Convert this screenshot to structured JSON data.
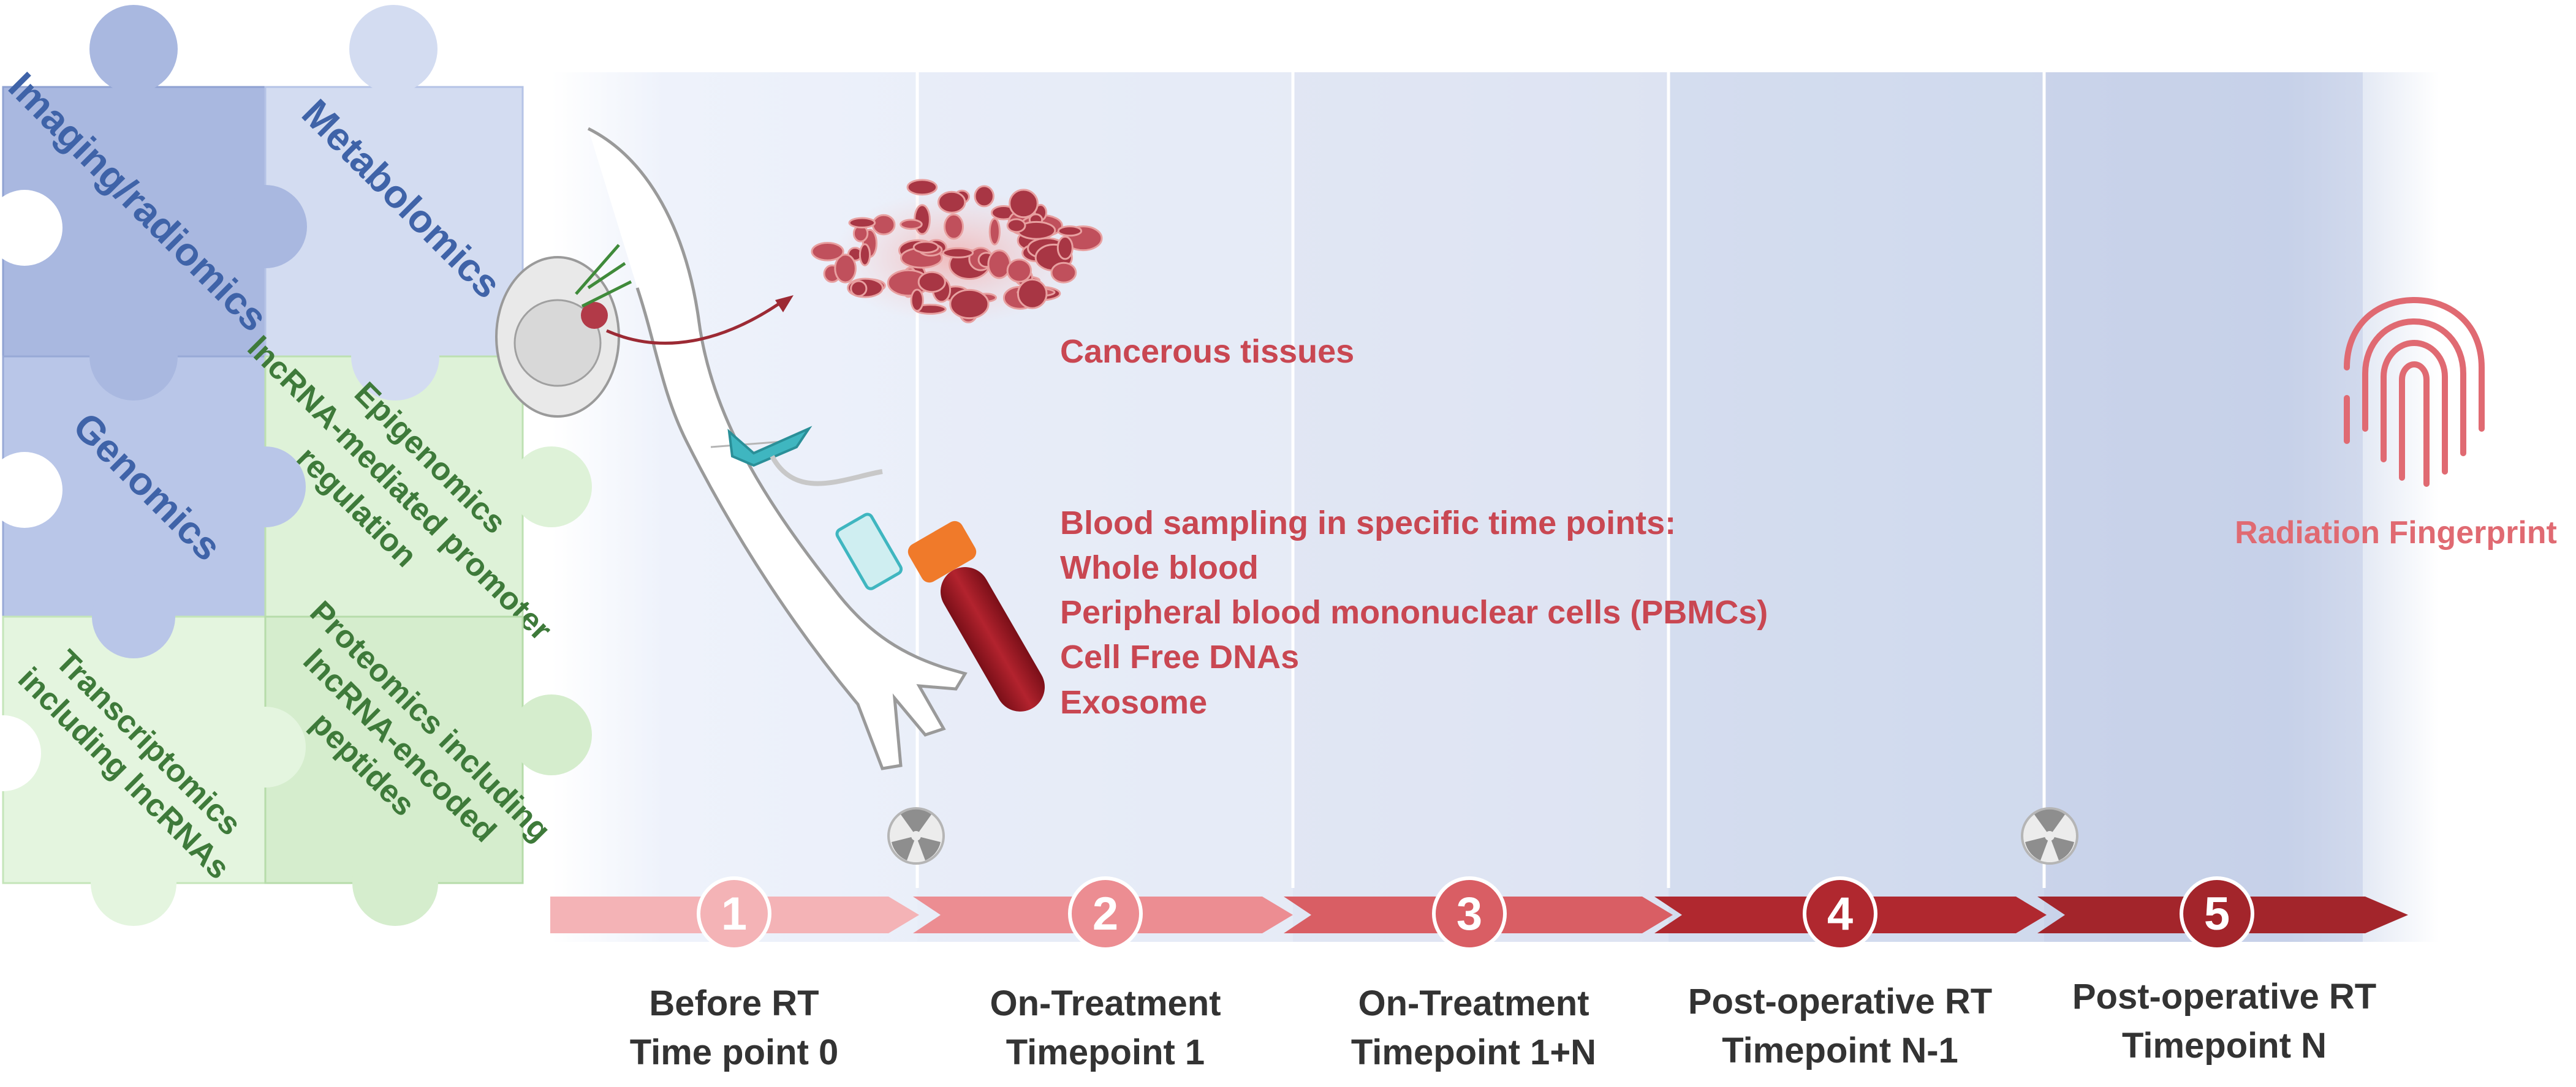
{
  "puzzle": {
    "pieces": [
      {
        "label": "Imaging/radiomics",
        "color": "#a9b8e0",
        "text_color": "#3f63a8"
      },
      {
        "label": "Metabolomics",
        "color": "#d3dcf1",
        "text_color": "#3f63a8"
      },
      {
        "label": "Genomics",
        "color": "#b9c6e8",
        "text_color": "#3f63a8"
      },
      {
        "label_line1": "Epigenomics",
        "label_line2": "lncRNA-mediated promoter",
        "label_line3": "regulation",
        "color": "#def2d8",
        "text_color": "#3e7a3a"
      },
      {
        "label_line1": "Transcriptomics",
        "label_line2": "including lncRNAs",
        "color": "#e4f5df",
        "text_color": "#3e7a3a"
      },
      {
        "label_line1": "Proteomics including",
        "label_line2": "lncRNA-encoded",
        "label_line3": "peptides",
        "color": "#d5edcd",
        "text_color": "#3e7a3a"
      }
    ]
  },
  "samples": {
    "tissue_label": "Cancerous tissues",
    "blood_title": "Blood sampling in specific time points:",
    "blood_items": [
      "Whole blood",
      "Peripheral blood mononuclear cells (PBMCs)",
      "Cell Free DNAs",
      "Exosome"
    ]
  },
  "fingerprint_label": "Radiation Fingerprint",
  "timeline": {
    "steps": [
      {
        "number": "1",
        "line1": "Before RT",
        "line2": "Time point 0",
        "color": "#f4b3b6"
      },
      {
        "number": "2",
        "line1": "On-Treatment",
        "line2": "Timepoint 1",
        "color": "#ec8d92"
      },
      {
        "number": "3",
        "line1": "On-Treatment",
        "line2": "Timepoint 1+N",
        "color": "#d95e64"
      },
      {
        "number": "4",
        "line1": "Post-operative RT",
        "line2": "Timepoint N-1",
        "color": "#b0282f"
      },
      {
        "number": "5",
        "line1": "Post-operative RT",
        "line2": "Timepoint N",
        "color": "#a3252b"
      }
    ]
  },
  "colors": {
    "accent_red": "#c94752",
    "label_dark": "#333333"
  }
}
